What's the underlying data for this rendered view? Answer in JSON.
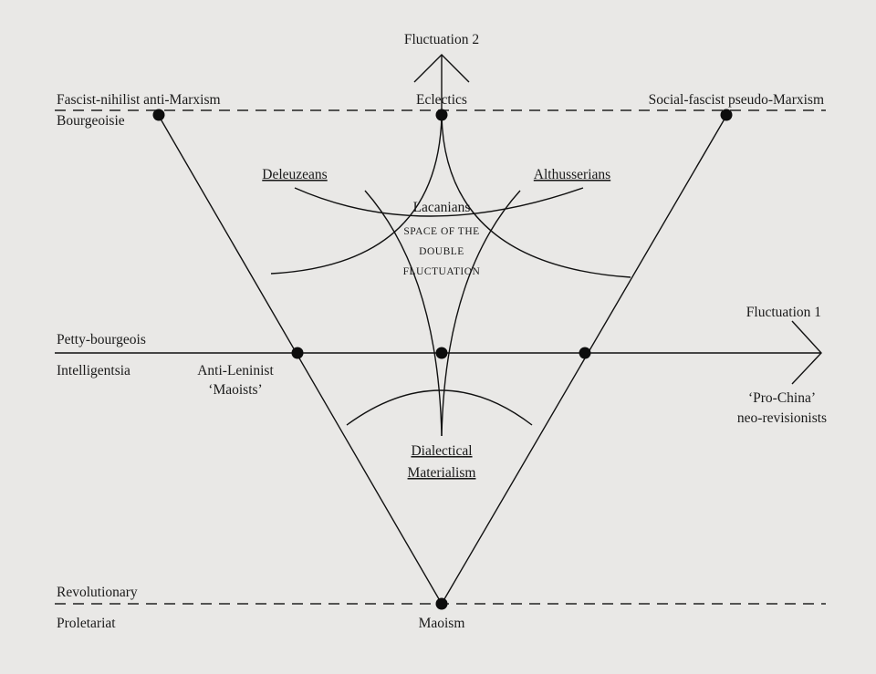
{
  "labels": {
    "fluctuation_2": "Fluctuation 2",
    "fascist_nihilist": "Fascist-nihilist anti-Marxism",
    "bourgeoisie": "Bourgeoisie",
    "eclectics": "Eclectics",
    "social_fascist": "Social-fascist pseudo-Marxism",
    "deleuzeans": "Deleuzeans",
    "althusserians": "Althusserians",
    "lacanians": "Lacanians",
    "space_line_1": "SPACE OF THE",
    "space_line_2": "DOUBLE",
    "space_line_3": "FLUCTUATION",
    "fluctuation_1": "Fluctuation 1",
    "petty_bourgeois": "Petty-bourgeois",
    "intelligentsia": "Intelligentsia",
    "anti_leninist": "Anti-Leninist",
    "maoists": "‘Maoists’",
    "pro_china": "‘Pro-China’",
    "neo_revisionists": "neo-revisionists",
    "dialectical": "Dialectical",
    "materialism": "Materialism",
    "revolutionary": "Revolutionary",
    "proletariat": "Proletariat",
    "maoism": "Maoism"
  },
  "colors": {
    "background": "#e9e8e6",
    "ink": "#111111"
  }
}
